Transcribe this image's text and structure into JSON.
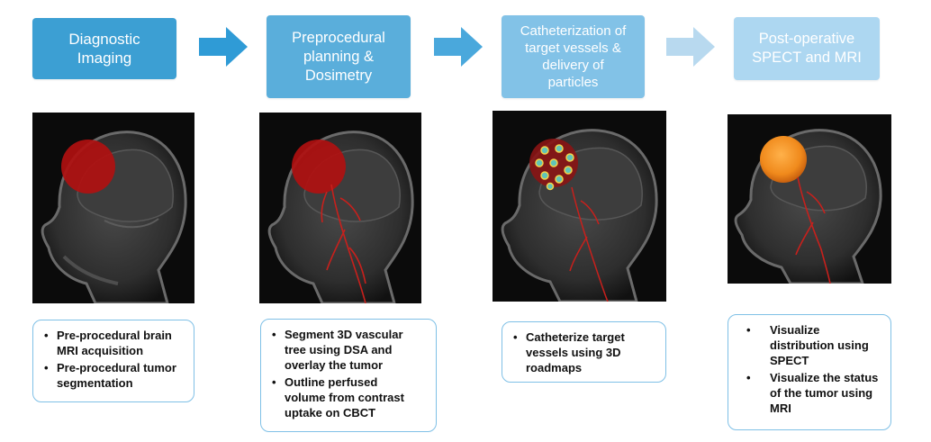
{
  "stages": [
    {
      "title": "Diagnostic\nImaging",
      "bullets": [
        "Pre-procedural brain\nMRI acquisition",
        "Pre-procedural tumor\nsegmentation"
      ]
    },
    {
      "title": "Preprocedural\nplanning &\nDosimetry",
      "bullets": [
        "Segment 3D vascular\ntree using DSA and\noverlay the tumor",
        "Outline perfused\nvolume from contrast\nuptake on CBCT"
      ]
    },
    {
      "title": "Catheterization of\ntarget vessels &\ndelivery of\nparticles",
      "bullets": [
        "Catheterize target\nvessels using 3D\nroadmaps"
      ]
    },
    {
      "title": "Post-operative\nSPECT and MRI",
      "bullets": [
        "Visualize\ndistribution using\nSPECT",
        "Visualize the status\nof the tumor using\nMRI"
      ]
    }
  ],
  "colors": {
    "stage1": "#3c9fd3",
    "stage2": "#5aaedb",
    "stage3": "#82c2e7",
    "stage4": "#add7f1",
    "arrow1": "#2f9bd6",
    "arrow2": "#4aa8dc",
    "arrow3": "#b8d9ef",
    "tumor": "#c01010",
    "spect": "#f08a1c",
    "vessels": "#c8201c",
    "box_border": "#7fc0e6"
  }
}
